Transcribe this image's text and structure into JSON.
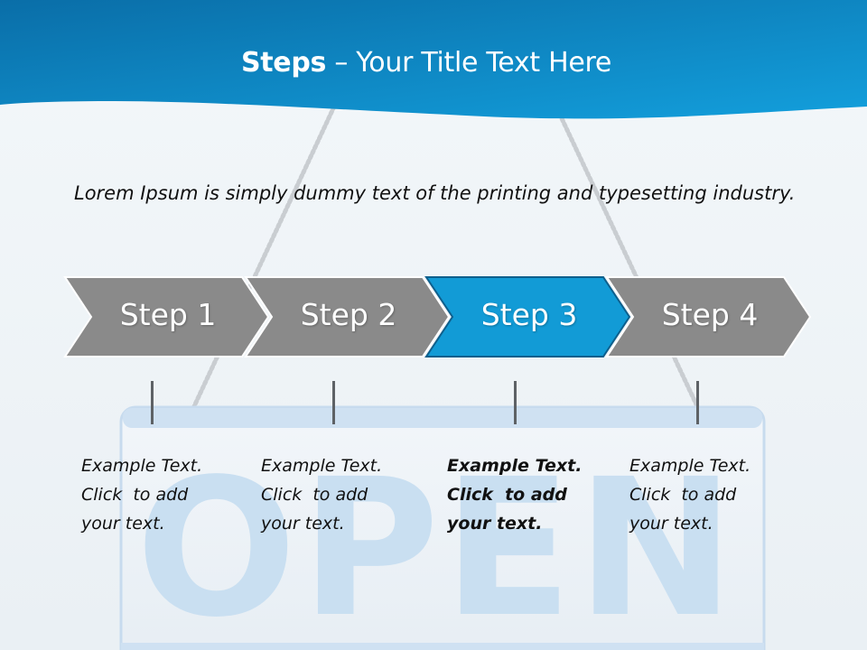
{
  "title": {
    "bold": "Steps",
    "rest": " – Your Title Text Here"
  },
  "intro_text": "Lorem Ipsum is simply dummy text of the printing and typesetting industry.",
  "steps": [
    {
      "label": "Step 1",
      "active": false
    },
    {
      "label": "Step 2",
      "active": false
    },
    {
      "label": "Step 3",
      "active": true
    },
    {
      "label": "Step 4",
      "active": false
    }
  ],
  "descriptions": [
    {
      "lines": [
        "Example Text.",
        "Click  to add",
        "your text."
      ]
    },
    {
      "lines": [
        "Example Text.",
        "Click  to add",
        "your text."
      ]
    },
    {
      "lines": [
        "Example Text.",
        "Click  to add",
        "your text."
      ]
    },
    {
      "lines": [
        "Example Text.",
        "Click  to add",
        "your text."
      ]
    }
  ],
  "sign_text": "OPEN",
  "colors": {
    "header_blue": "#0a7fc0",
    "active_step": "#129bd6",
    "inactive_step": "#8a8a8a",
    "sign_text": "#c9dff1"
  }
}
